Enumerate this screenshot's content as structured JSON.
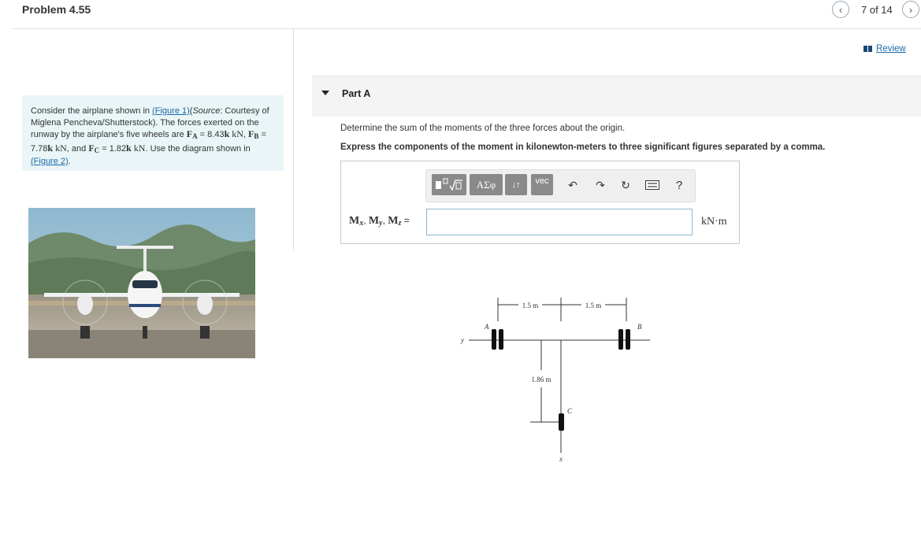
{
  "header": {
    "title": "Problem 4.55",
    "page_indicator": "7 of 14",
    "prev_icon": "chevron-left-icon",
    "next_icon": "chevron-right-icon"
  },
  "problem": {
    "text_1": "Consider the airplane shown in ",
    "figure1_link": "(Figure 1)",
    "text_2": "(",
    "source_label": "Source",
    "text_3": ": Courtesy of Miglena Pencheva/Shutterstock). The forces exerted on the runway by the airplane's five wheels are ",
    "fa_label": "F",
    "fa_sub": "A",
    "fa_value": " = 8.43",
    "k_1": "k",
    "unit_1": " kN",
    "text_4": ", ",
    "fb_label": "F",
    "fb_sub": "B",
    "fb_value": " = 7.78",
    "k_2": "k",
    "unit_2": " kN",
    "text_5": ", and ",
    "fc_label": "F",
    "fc_sub": "C",
    "fc_value": " = 1.82",
    "k_3": "k",
    "unit_3": " kN",
    "text_6": ". Use the diagram shown in ",
    "figure2_link": "(Figure 2)",
    "text_7": "."
  },
  "review": {
    "label": "Review",
    "icon": "book-icon"
  },
  "part": {
    "title": "Part A"
  },
  "question": {
    "prompt": "Determine the sum of the moments of the three forces about the origin.",
    "instruction": "Express the components of the moment in kilonewton-meters to three significant figures separated by a comma."
  },
  "answer": {
    "label_m": "M",
    "sub_x": "x",
    "sub_y": "y",
    "sub_z": "z",
    "sep": ", ",
    "eq": " =",
    "input_value": "",
    "unit": "kN·m"
  },
  "toolbar": {
    "templates_icon": "templates-icon",
    "greek_label": "ΑΣφ",
    "arrows_label": "↓↑",
    "vec_label": "vec",
    "undo_icon": "undo-icon",
    "redo_icon": "redo-icon",
    "reset_icon": "reset-icon",
    "keyboard_icon": "keyboard-icon",
    "help_label": "?"
  },
  "diagram": {
    "dim_1": "1.5 m",
    "dim_2": "1.5 m",
    "dim_3": "1.86 m",
    "label_a": "A",
    "label_b": "B",
    "label_c": "C",
    "label_x": "x",
    "label_y": "y"
  },
  "colors": {
    "link": "#1a6aa8",
    "problem_bg": "#e9f5f7",
    "part_bg": "#f4f4f4",
    "toolbar_button": "#8a8a8a",
    "input_border": "#8fb6cc"
  }
}
